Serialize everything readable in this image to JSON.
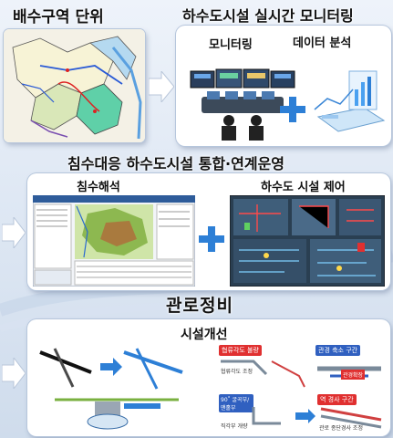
{
  "titles": {
    "district": "배수구역 단위",
    "monitoring": "하수도시설 실시간 모니터링",
    "integration": "침수대응 하수도시설 통합·연계운영",
    "pipeline": "관로정비"
  },
  "labels": {
    "monitor": "모니터링",
    "analysis": "데이터 분석",
    "flood_analysis": "침수해석",
    "sewer_control": "하수도 시설 제어",
    "facility_improve": "시설개선"
  },
  "diagram_tags": {
    "tag1": "협류각도 불량",
    "tag2": "관경 축소 구간",
    "tag3": "협류각도 조정",
    "tag4": "관경확장",
    "tag5": "90˚ 굴곡부/ 맨홀부",
    "tag6": "역 경사 구간",
    "tag7": "직각부 개량",
    "tag8": "관로 종단경사 조정"
  },
  "colors": {
    "accent_blue": "#2d7fd6",
    "panel_border": "#b6c6dc",
    "tag_red": "#e03030",
    "tag_blue": "#3060c0"
  }
}
